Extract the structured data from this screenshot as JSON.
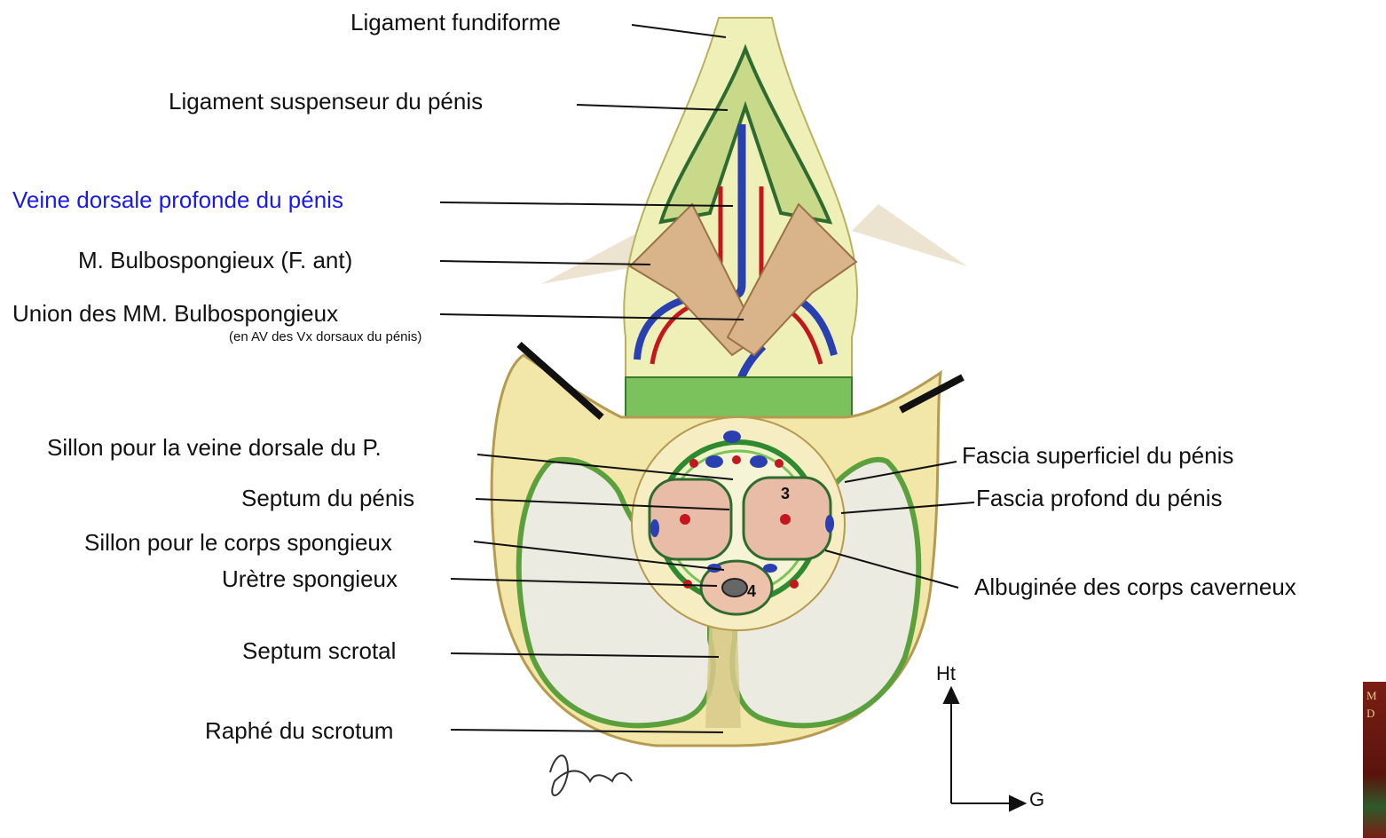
{
  "labels": {
    "ligament_fundiforme": "Ligament fundiforme",
    "ligament_suspenseur": "Ligament suspenseur du pénis",
    "veine_dorsale_profonde": "Veine dorsale profonde du pénis",
    "m_bulbospongieux": "M. Bulbospongieux (F. ant)",
    "union_mm_bulbospongieux": "Union des MM. Bulbospongieux",
    "union_note": "(en AV des Vx dorsaux du pénis)",
    "sillon_veine_dorsale": "Sillon pour la veine dorsale du P.",
    "septum_penis": "Septum du pénis",
    "sillon_corps_spongieux": "Sillon pour le corps spongieux",
    "uretre_spongieux": "Urètre spongieux",
    "septum_scrotal": "Septum scrotal",
    "raphe_scrotum": "Raphé du scrotum",
    "fascia_superficiel": "Fascia superficiel du pénis",
    "fascia_profond": "Fascia profond du pénis",
    "albuginee": "Albuginée des corps caverneux"
  },
  "markers": {
    "corps_caverneux_number": "3",
    "uretre_number": "4"
  },
  "orientation": {
    "up": "Ht",
    "right": "G"
  },
  "colors": {
    "highlight_label": "#1a1ae6",
    "vein": "#2a3fb0",
    "artery": "#c4161c",
    "fascia_green": "#3aa13a",
    "muscle": "#d9b48a",
    "skin": "#f2e6a8"
  },
  "thumbnail": {
    "letters": [
      "M",
      "D"
    ]
  }
}
